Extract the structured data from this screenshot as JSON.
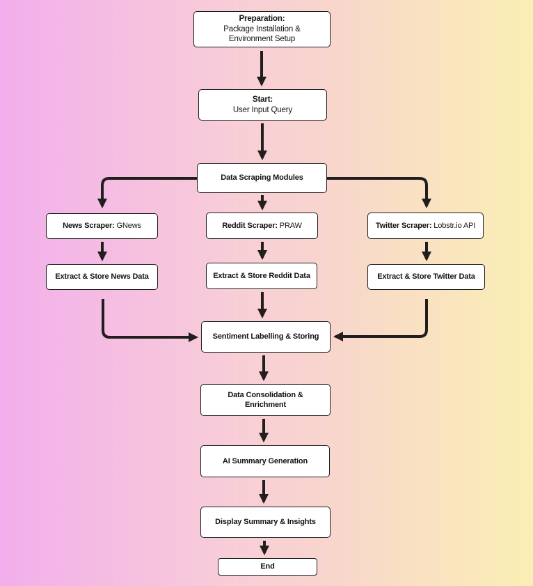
{
  "colors": {
    "bg_left": "#f2aeec",
    "bg_mid1": "#f8cfd6",
    "bg_mid2": "#f8d3cf",
    "bg_right": "#faefb4",
    "node_fill": "#ffffff",
    "node_border": "#1c1c1c",
    "arrow": "#221e1e",
    "text": "#121212"
  },
  "nodes": {
    "preparation": {
      "title": "Preparation:",
      "body": "Package Installation &\nEnvironment Setup"
    },
    "start": {
      "title": "Start:",
      "body": "User Input Query"
    },
    "scraping": {
      "label": "Data Scraping Modules"
    },
    "news": {
      "bold": "News Scraper:",
      "rest": " GNews"
    },
    "reddit": {
      "bold": "Reddit Scraper:",
      "rest": " PRAW"
    },
    "twitter": {
      "bold": "Twitter Scraper:",
      "rest": " Lobstr.io API"
    },
    "extract_news": {
      "label": "Extract & Store News Data"
    },
    "extract_reddit": {
      "label": "Extract & Store Reddit Data"
    },
    "extract_twitter": {
      "label": "Extract & Store Twitter Data"
    },
    "sentiment": {
      "label": "Sentiment Labelling & Storing"
    },
    "consolidation": {
      "label": "Data Consolidation &\nEnrichment"
    },
    "ai_summary": {
      "label": "AI Summary Generation"
    },
    "display": {
      "label": "Display Summary & Insights"
    },
    "end": {
      "label": "End"
    }
  }
}
